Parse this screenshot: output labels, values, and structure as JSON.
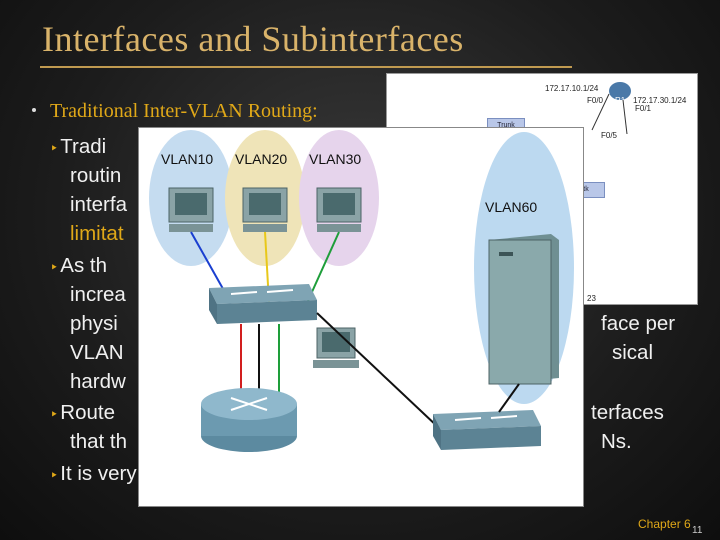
{
  "slide": {
    "title": "Interfaces and Subinterfaces",
    "heading": "Traditional Inter-VLAN Routing:",
    "lines": [
      {
        "text": "Tradi",
        "bullet": true,
        "color": "#f0f0f0"
      },
      {
        "text": "routin",
        "bullet": false,
        "color": "#f0f0f0"
      },
      {
        "text": "interfa",
        "bullet": false,
        "color": "#f0f0f0"
      },
      {
        "text": "limitat",
        "bullet": false,
        "color": "#e0a818"
      },
      {
        "text": "As th",
        "bullet": true,
        "color": "#f0f0f0"
      },
      {
        "text": "increa",
        "bullet": false,
        "color": "#f0f0f0"
      },
      {
        "text": "physi",
        "bullet": false,
        "color": "#f0f0f0",
        "right": "face per"
      },
      {
        "text": "VLAN",
        "bullet": false,
        "color": "#f0f0f0",
        "right": "sical"
      },
      {
        "text": "hardw",
        "bullet": false,
        "color": "#f0f0f0"
      },
      {
        "text": "Route",
        "bullet": true,
        "color": "#f0f0f0",
        "right": "terfaces"
      },
      {
        "text": "that th",
        "bullet": false,
        "color": "#f0f0f0",
        "right": "Ns."
      },
      {
        "text": "It is very expensive to add an Ethernet interface.",
        "bullet": true,
        "color": "#f0f0f0"
      }
    ],
    "footer": "Chapter 6",
    "page_number": "11"
  },
  "top_diagram": {
    "labels": {
      "ip1": "172.17.10.1/24",
      "r1": "R1",
      "f00": "F0/0",
      "f01": "F0/1",
      "ip2": "172.17.30.1/24",
      "f05": "F0/5",
      "trunk": "Trunk",
      "tk": "tk",
      "n23": "23"
    }
  },
  "main_diagram": {
    "vlans": [
      "VLAN10",
      "VLAN20",
      "VLAN30",
      "VLAN60"
    ],
    "colors": {
      "vlan10": "#c5dcf0",
      "vlan20": "#efe4b8",
      "vlan30": "#e6d4ec",
      "vlan60": "#bcd9f0",
      "red": "#d21e1e",
      "green": "#1e9e3a",
      "yellow": "#e8c81a",
      "blue": "#1a3fd0",
      "black": "#111111"
    }
  }
}
